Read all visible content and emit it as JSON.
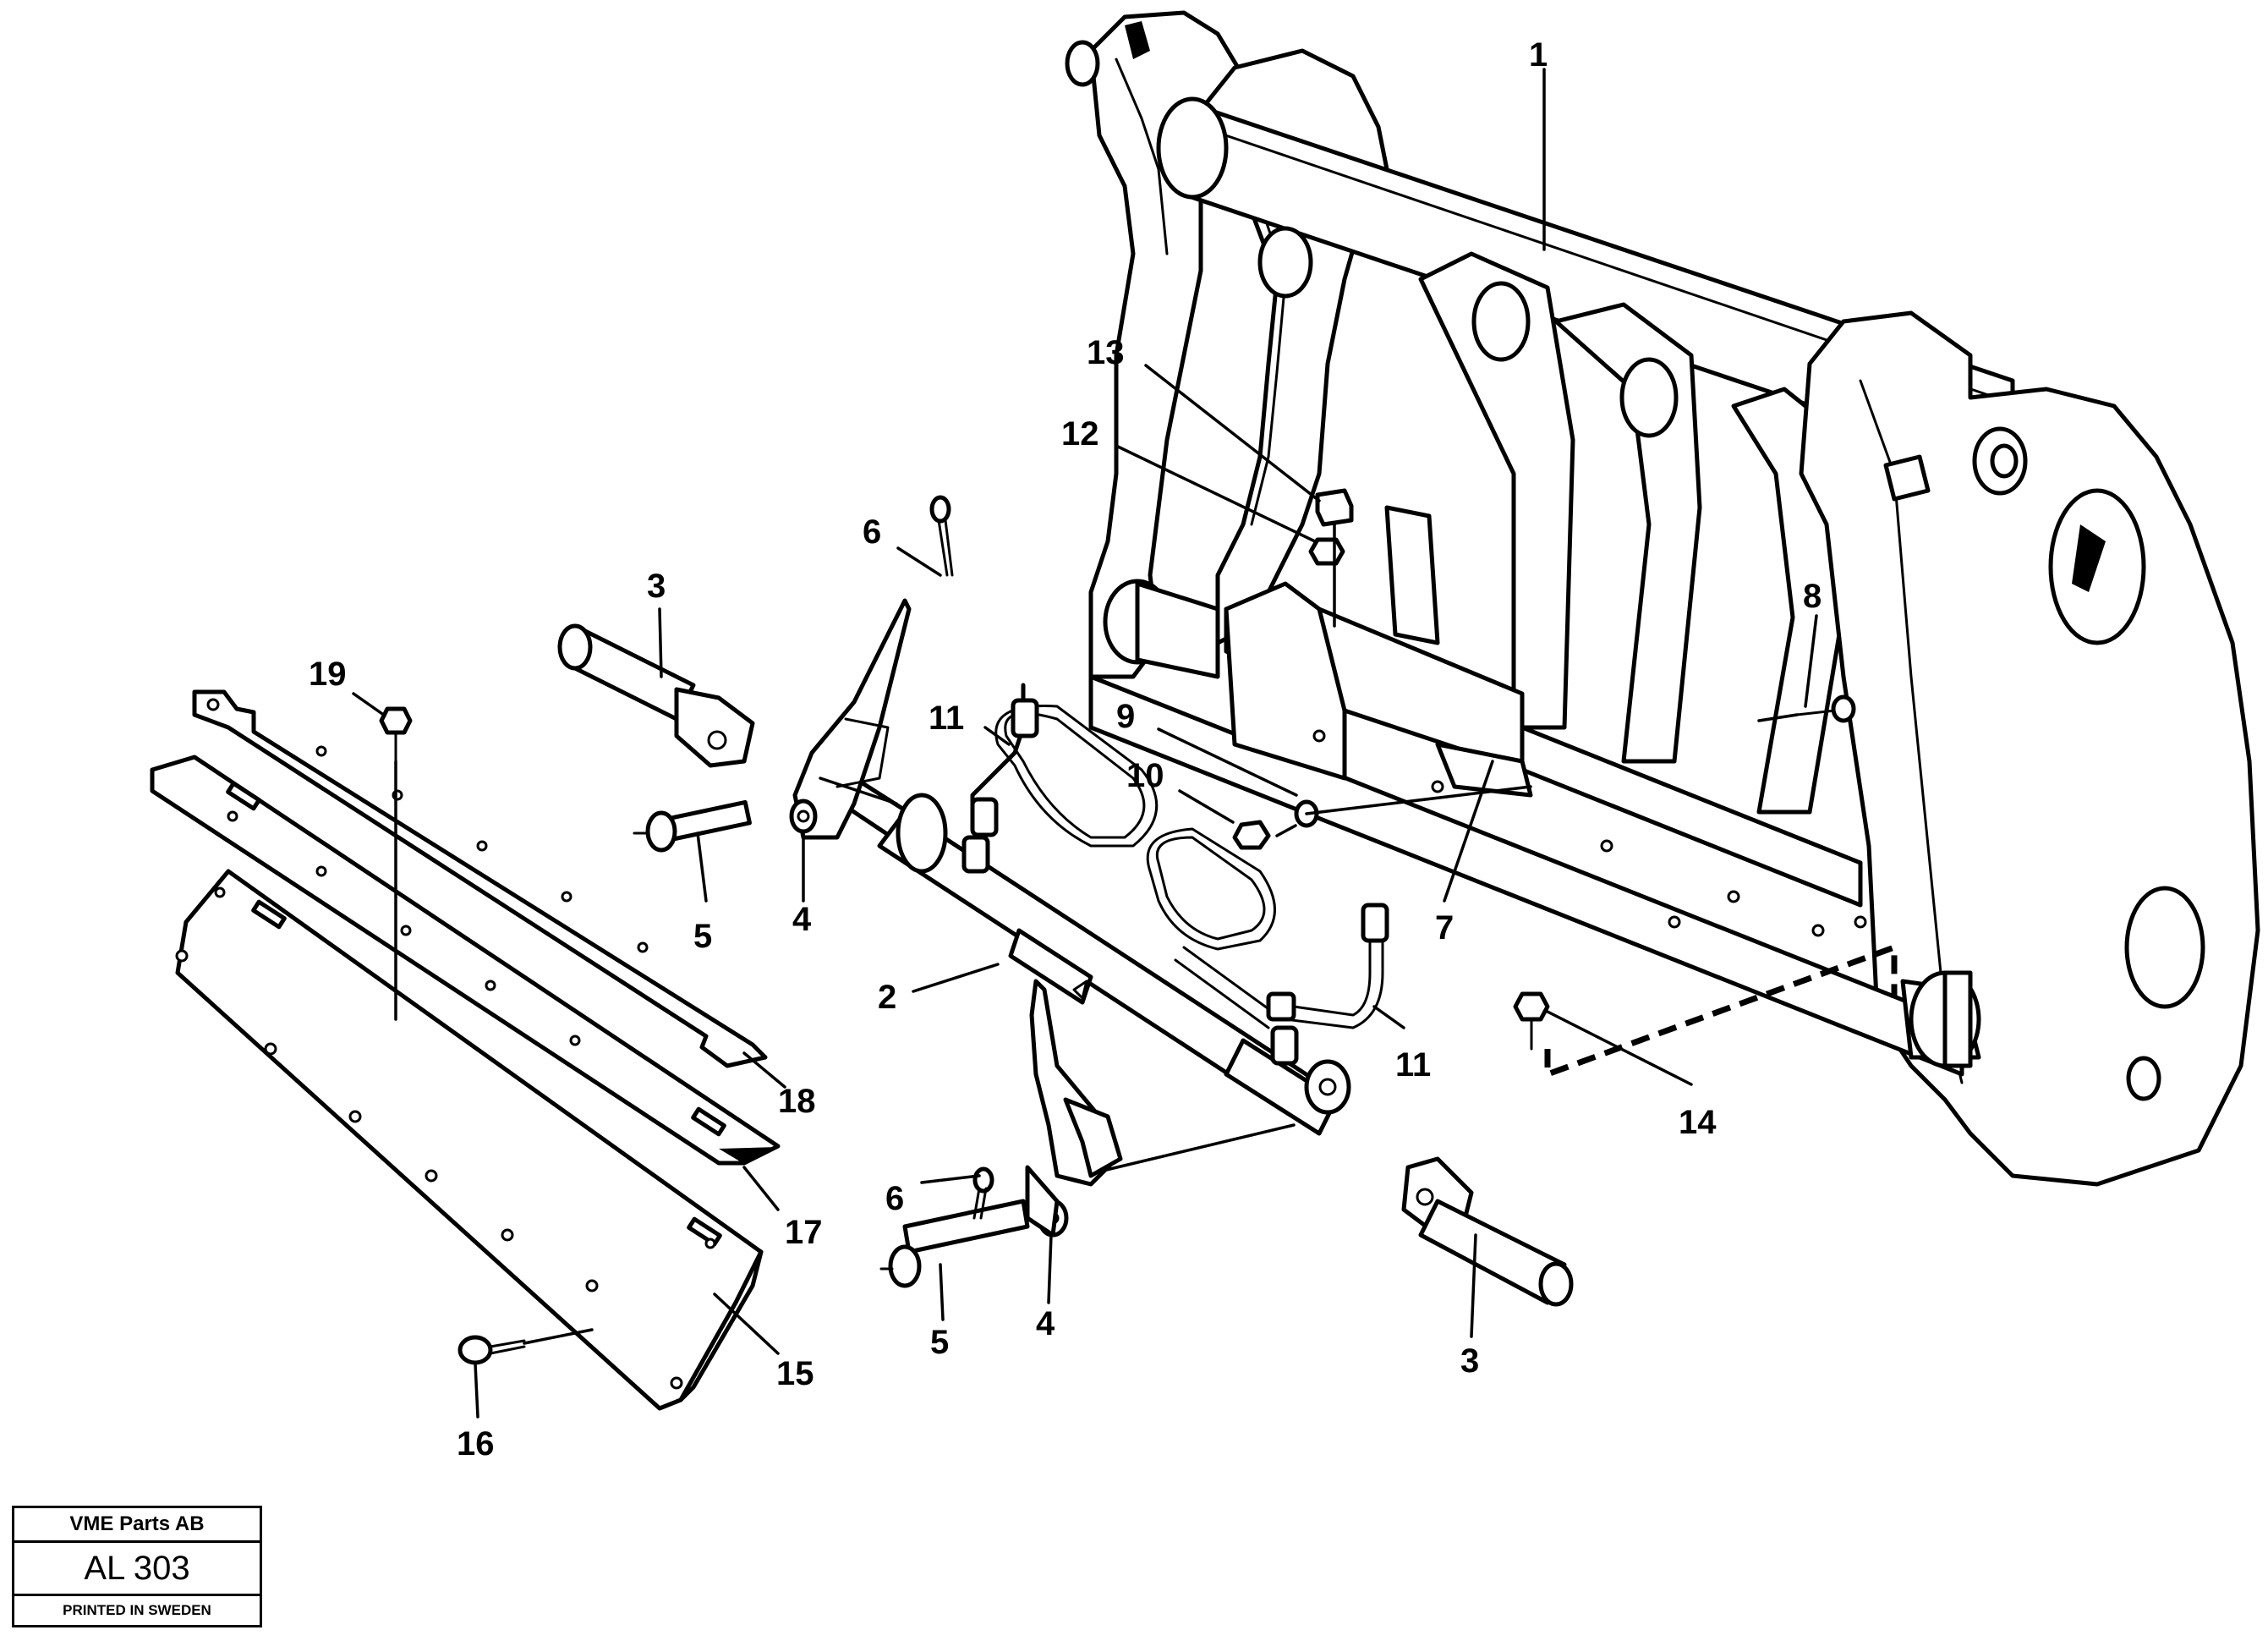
{
  "callouts": [
    {
      "id": "c1",
      "label": "1"
    },
    {
      "id": "c2",
      "label": "2"
    },
    {
      "id": "c3a",
      "label": "3"
    },
    {
      "id": "c3b",
      "label": "3"
    },
    {
      "id": "c4a",
      "label": "4"
    },
    {
      "id": "c4b",
      "label": "4"
    },
    {
      "id": "c5a",
      "label": "5"
    },
    {
      "id": "c5b",
      "label": "5"
    },
    {
      "id": "c6a",
      "label": "6"
    },
    {
      "id": "c6b",
      "label": "6"
    },
    {
      "id": "c7",
      "label": "7"
    },
    {
      "id": "c8",
      "label": "8"
    },
    {
      "id": "c9",
      "label": "9"
    },
    {
      "id": "c10",
      "label": "10"
    },
    {
      "id": "c11a",
      "label": "11"
    },
    {
      "id": "c11b",
      "label": "11"
    },
    {
      "id": "c12",
      "label": "12"
    },
    {
      "id": "c13",
      "label": "13"
    },
    {
      "id": "c14",
      "label": "14"
    },
    {
      "id": "c15",
      "label": "15"
    },
    {
      "id": "c16",
      "label": "16"
    },
    {
      "id": "c17",
      "label": "17"
    },
    {
      "id": "c18",
      "label": "18"
    },
    {
      "id": "c19",
      "label": "19"
    }
  ],
  "title_block": {
    "company": "VME Parts AB",
    "code": "AL 303",
    "printed": "PRINTED IN SWEDEN"
  }
}
